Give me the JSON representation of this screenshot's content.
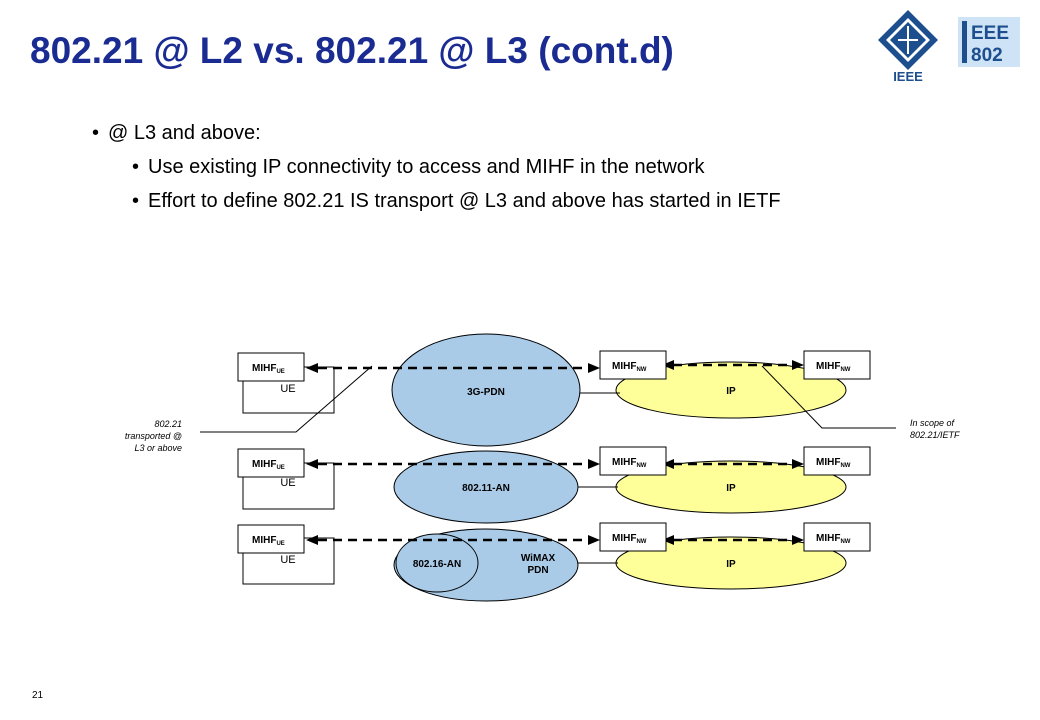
{
  "slide": {
    "title": "802.21 @ L2 vs. 802.21 @ L3 (cont.d)",
    "page_number": "21"
  },
  "bullets": [
    {
      "level": 1,
      "text": "@ L3 and above:"
    },
    {
      "level": 2,
      "text": "Use existing IP connectivity to access and MIHF in the network"
    },
    {
      "level": 2,
      "text": "Effort to define 802.21 IS transport @ L3 and above has started in IETF"
    }
  ],
  "logos": {
    "ieee_wordmark": "IEEE",
    "ieee802_line1": "EEE",
    "ieee802_line2": "802"
  },
  "diagram": {
    "mihf_ue": {
      "main": "MIHF",
      "sub": "UE"
    },
    "mihf_nw": {
      "main": "MIHF",
      "sub": "NW"
    },
    "ue_label": "UE",
    "networks": {
      "row1": "3G-PDN",
      "row2": "802.11-AN",
      "row3_inner": "802.16-AN",
      "row3_outer_line1": "WiMAX",
      "row3_outer_line2": "PDN",
      "ip": "IP"
    },
    "annotations": {
      "left": [
        "802.21",
        "transported @",
        "L3 or above"
      ],
      "right": [
        "In scope of",
        "802.21/IETF"
      ]
    }
  },
  "colors": {
    "title": "#1a2c92",
    "pdn_fill": "#a9cbe8",
    "ip_fill": "#ffff99",
    "logo_blue": "#1d4f8f",
    "logo_bg": "#cfe3f6"
  }
}
